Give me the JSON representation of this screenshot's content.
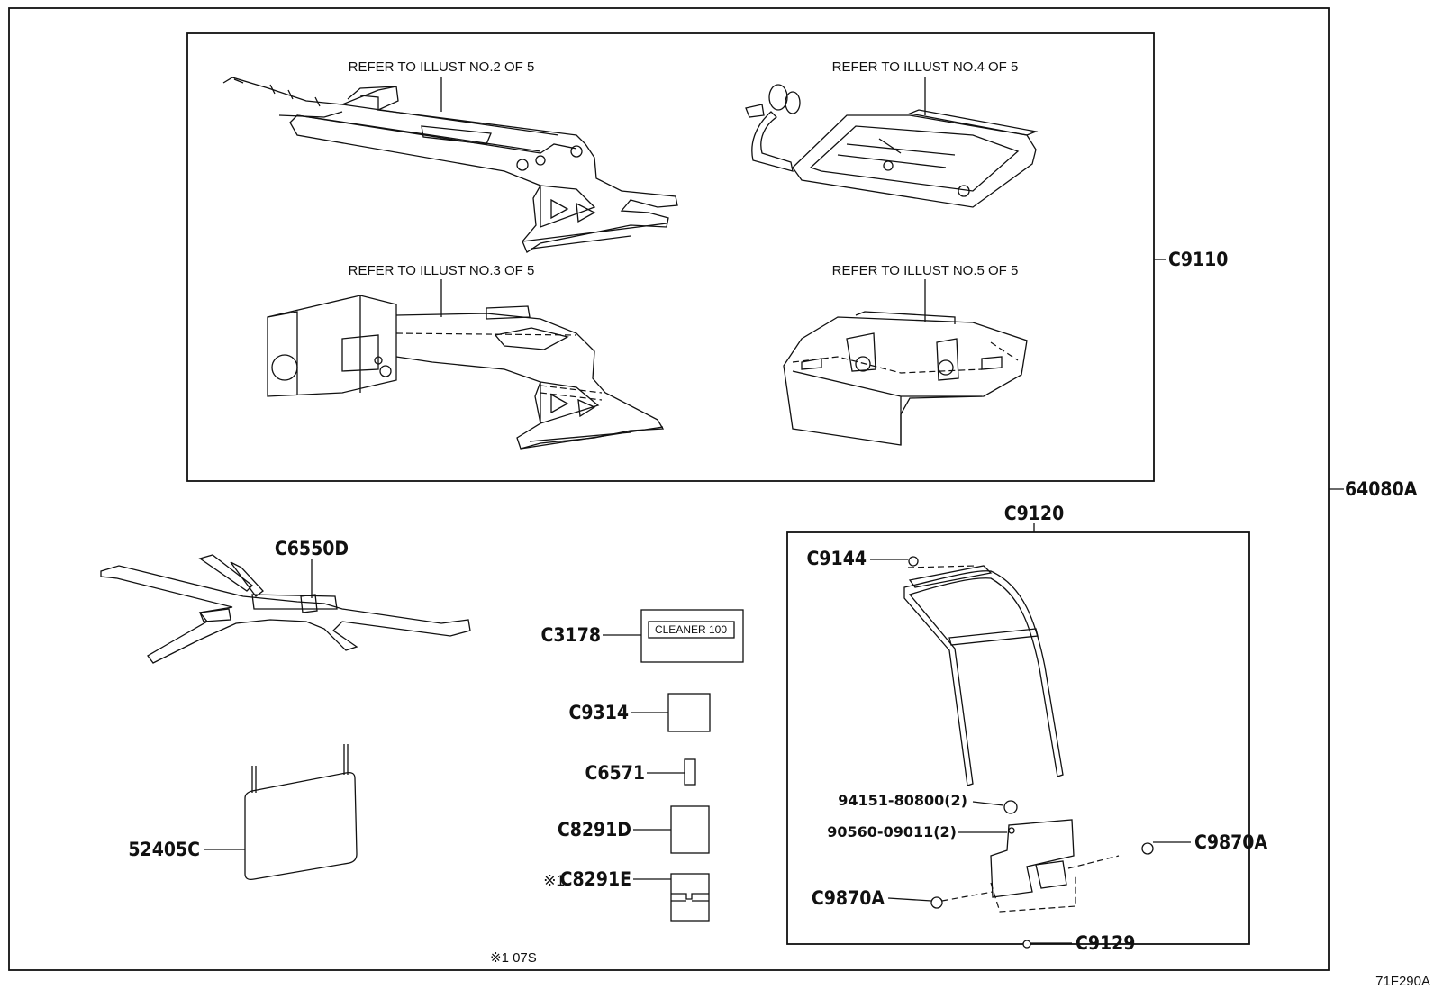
{
  "refs": {
    "ref2": "REFER TO ILLUST NO.2 OF 5",
    "ref3": "REFER TO ILLUST NO.3 OF 5",
    "ref4": "REFER TO ILLUST NO.4 OF 5",
    "ref5": "REFER TO ILLUST NO.5 OF 5"
  },
  "callouts": {
    "c9110": "C9110",
    "a64080": "64080A",
    "c9120": "C9120",
    "c6550d": "C6550D",
    "c3178": "C3178",
    "c9314": "C9314",
    "c6571": "C6571",
    "c8291d": "C8291D",
    "c8291e": "C8291E",
    "c8291e_mark": "※1",
    "p52405c": "52405C",
    "c9144": "C9144",
    "p94151": "94151-80800(2)",
    "p90560": "90560-09011(2)",
    "c9870a_right": "C9870A",
    "c9870a_left": "C9870A",
    "c9129": "C9129"
  },
  "cleaner_text": "CLEANER 100",
  "footnote": "※1 07S",
  "figure_id": "71F290A"
}
